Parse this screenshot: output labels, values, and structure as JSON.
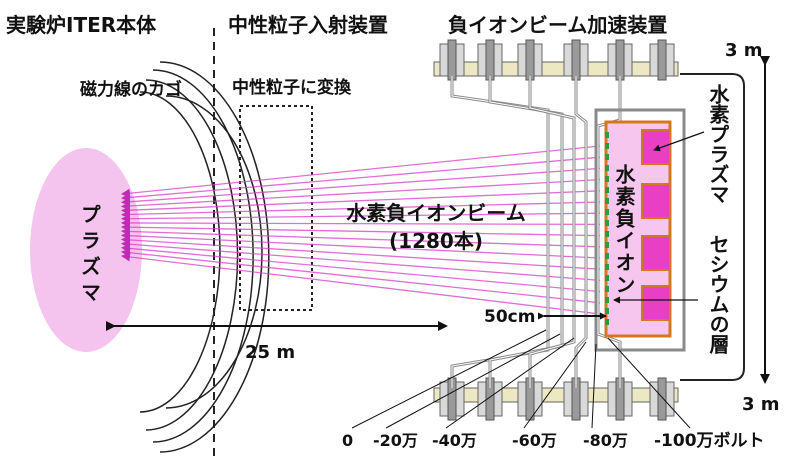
{
  "sections": {
    "iter": "実験炉ITER本体",
    "nbi": "中性粒子入射装置",
    "accelerator": "負イオンビーム加速装置"
  },
  "labels": {
    "magnetic_cage": "磁力線のカゴ",
    "plasma": "プラズマ",
    "neutralizer": "中性粒子に変換",
    "beam": "水素負イオンビーム",
    "beam_count": "(1280本)",
    "length_25m": "25 m",
    "length_50cm": "50cm",
    "height_3m_top": "3 m",
    "height_3m_bottom": "3 m",
    "hydrogen_plasma": "水素プラズマ",
    "hydrogen_neg_ion": "水素負イオン",
    "cesium_layer": "セシウムの層"
  },
  "voltages": [
    "0",
    "-20万",
    "-40万",
    "-60万",
    "-80万",
    "-100万ボルト"
  ],
  "colors": {
    "plasma_fill": "#f4c3ee",
    "beam": "#d63dc8",
    "source_fill": "#f7c6ef",
    "source_border": "#d4781f",
    "magnet": "#e93fc4",
    "insulator": "#ece8c2",
    "metal": "#8a8a8a"
  }
}
